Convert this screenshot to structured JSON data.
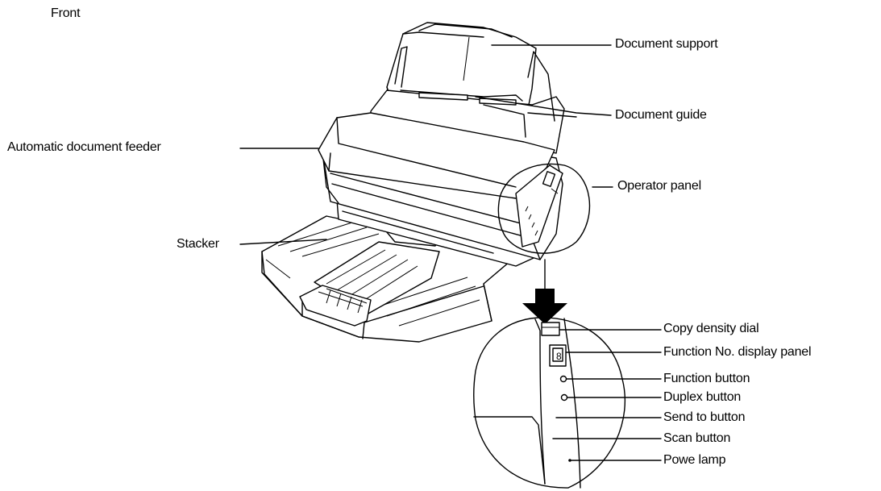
{
  "diagram": {
    "view_label": "Front",
    "labels": {
      "document_support": "Document support",
      "document_guide": "Document guide",
      "automatic_document_feeder": "Automatic document feeder",
      "operator_panel": "Operator panel",
      "stacker": "Stacker",
      "copy_density_dial": "Copy density dial",
      "function_no_display_panel": "Function No. display panel",
      "function_button": "Function button",
      "duplex_button": "Duplex button",
      "send_to_button": "Send to button",
      "scan_button": "Scan button",
      "power_lamp": "Powe lamp"
    }
  }
}
